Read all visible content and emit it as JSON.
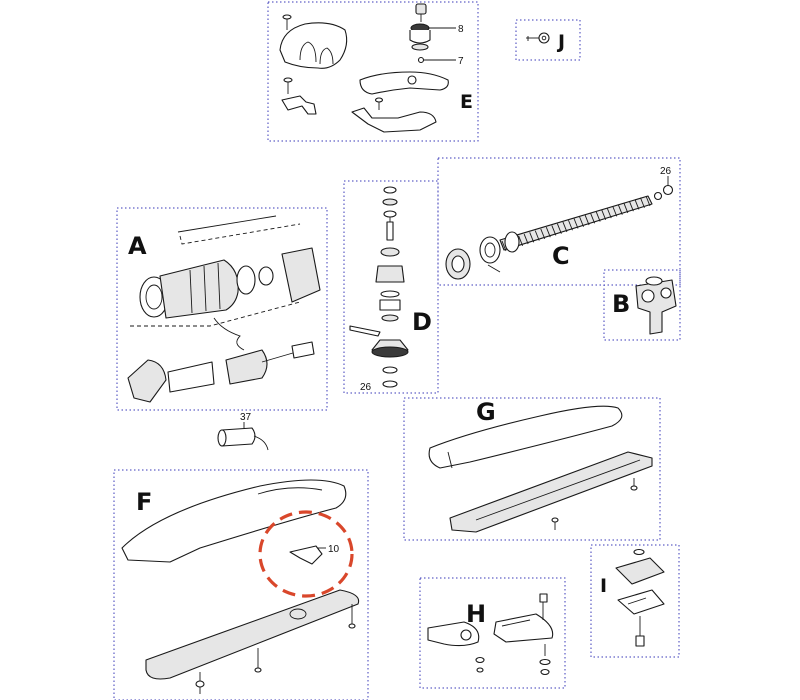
{
  "groups": {
    "A": "A",
    "B": "B",
    "C": "C",
    "D": "D",
    "E": "E",
    "F": "F",
    "G": "G",
    "H": "H",
    "I": "I",
    "J": "J"
  },
  "part_numbers": {
    "p8": "8",
    "p7": "7",
    "p26_c": "26",
    "p26_d": "26",
    "p37": "37",
    "p10": "10"
  },
  "colors": {
    "box_border": "#3a3ab8",
    "callout": "#d9472b",
    "line_art": "#1a1a1a"
  }
}
